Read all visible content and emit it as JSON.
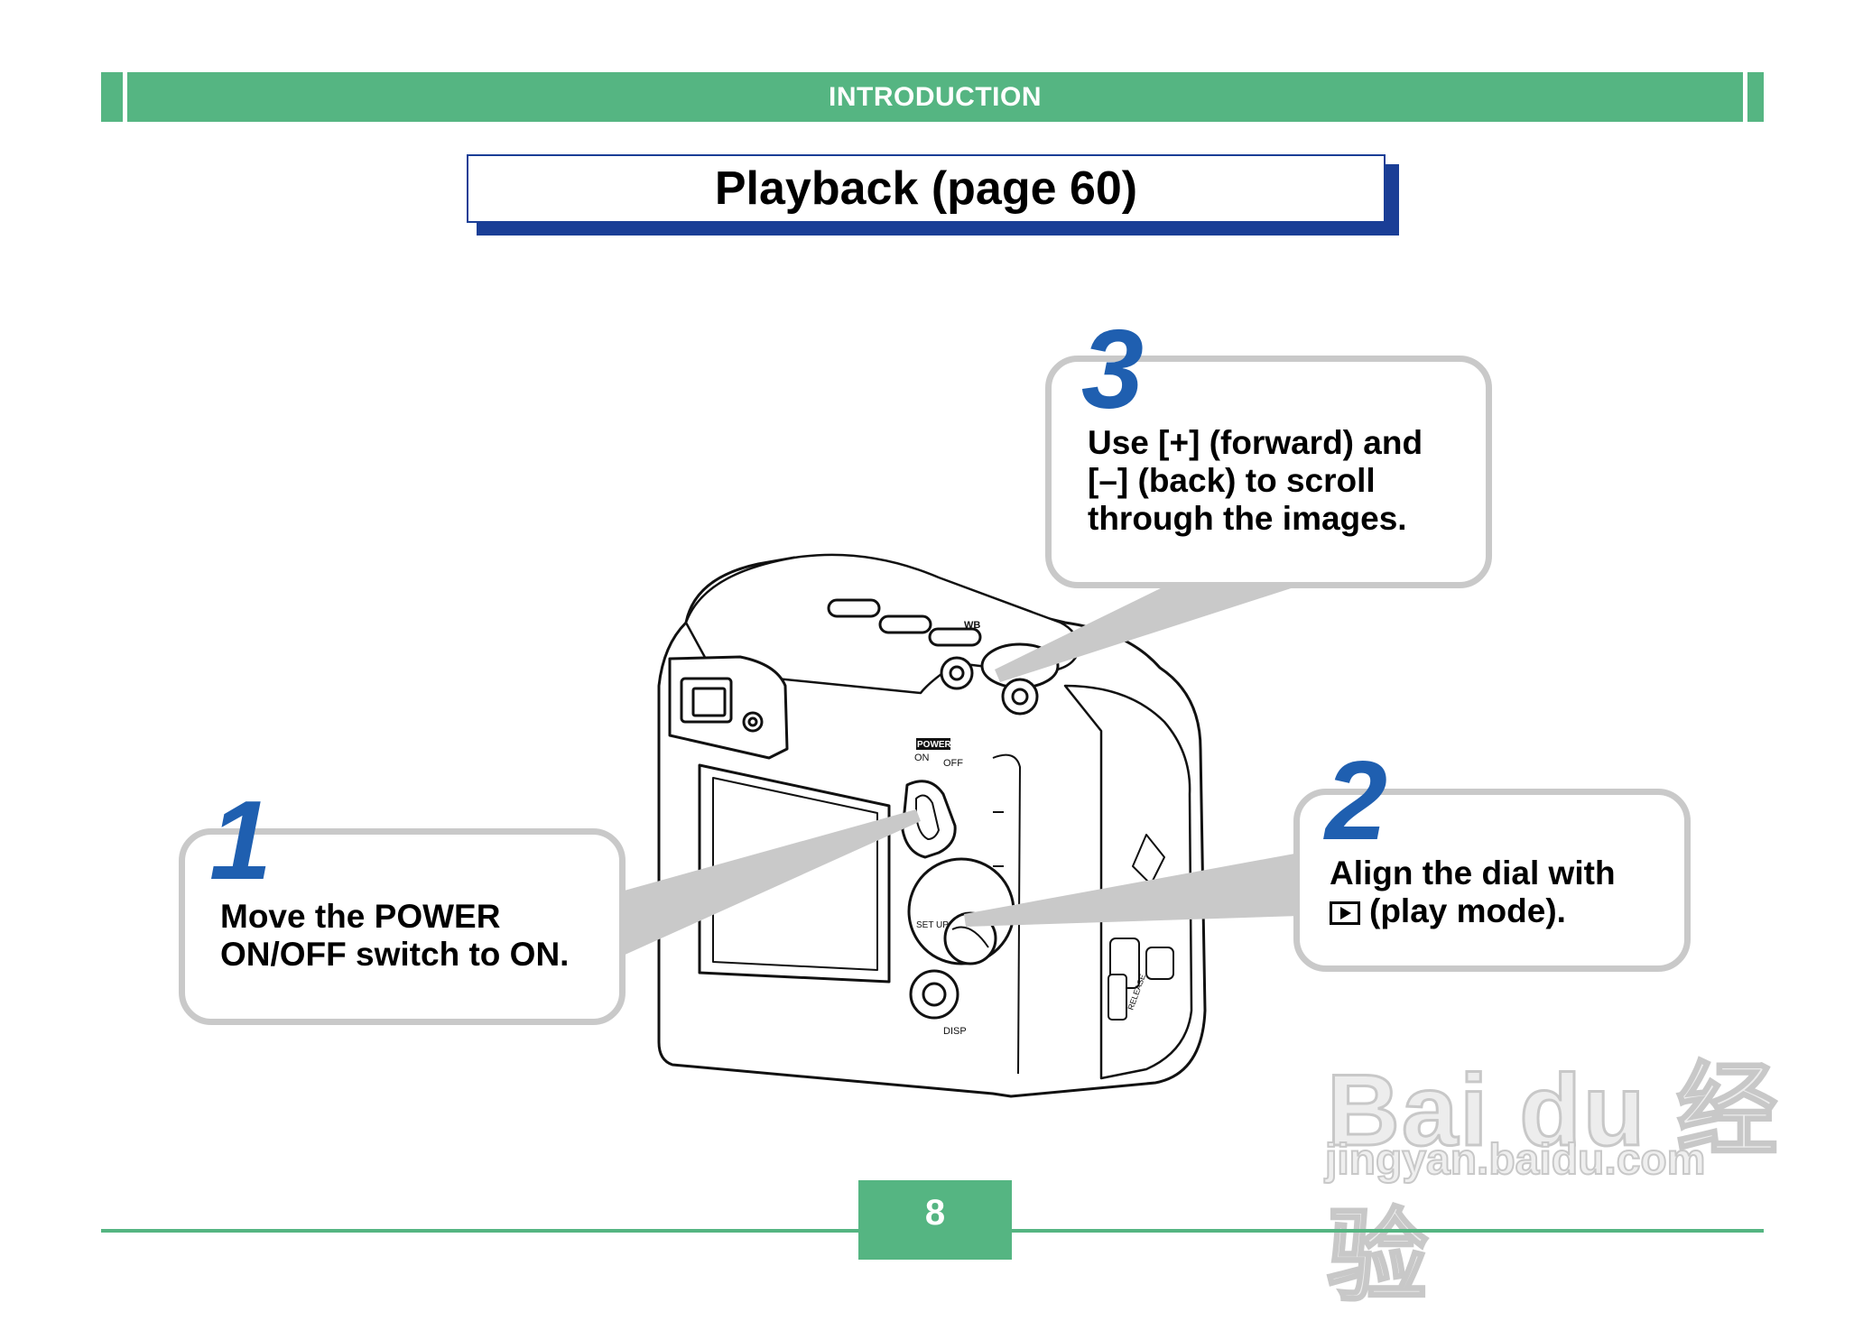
{
  "header": {
    "section_title": "INTRODUCTION"
  },
  "title": "Playback (page 60)",
  "steps": [
    {
      "number": "1",
      "lines": [
        "Move the POWER",
        "ON/OFF switch to ON."
      ]
    },
    {
      "number": "2",
      "line1": "Align the dial with",
      "line2": "(play mode)."
    },
    {
      "number": "3",
      "lines": [
        "Use [+] (forward) and",
        "[–] (back) to scroll",
        "through the images."
      ]
    }
  ],
  "camera_labels": {
    "power": "POWER",
    "on": "ON",
    "off": "OFF",
    "wb": "WB",
    "set_up": "SET UP",
    "disp": "DISP",
    "release": "RELEASE"
  },
  "footer": {
    "page_number": "8"
  },
  "watermark": {
    "brand": "Bai du 经验",
    "url": "jingyan.baidu.com"
  },
  "colors": {
    "accent_green": "#55b582",
    "title_blue": "#1a3e96",
    "step_blue": "#1f5fb0",
    "callout_gray": "#c9c9c9"
  }
}
